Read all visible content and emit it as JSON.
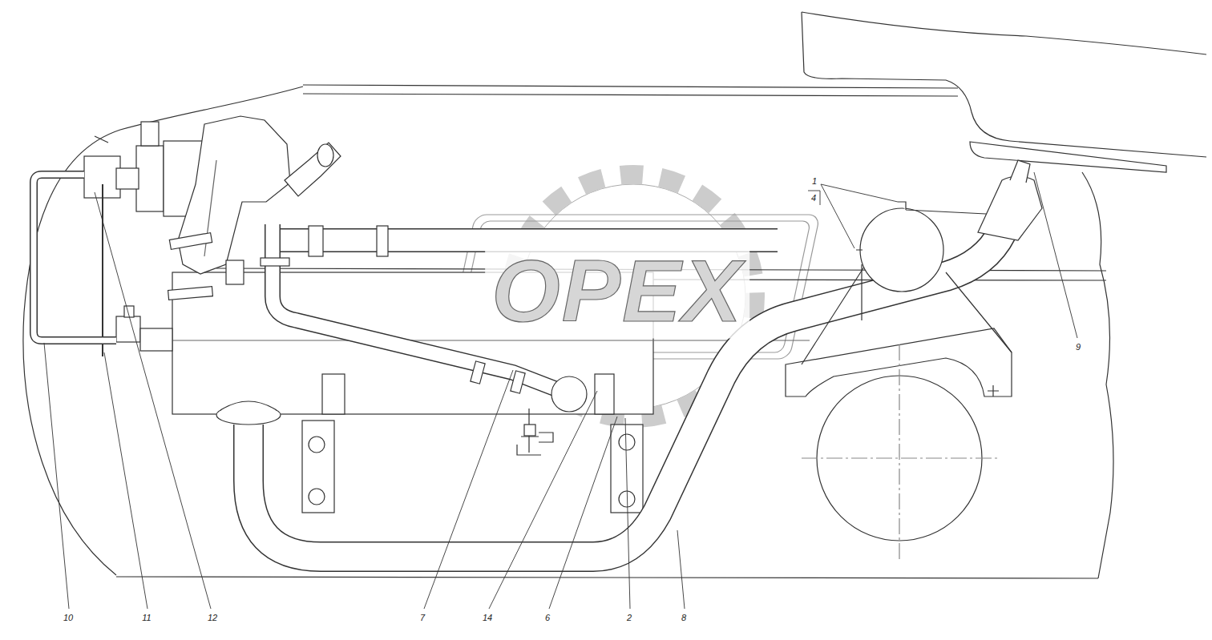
{
  "diagram": {
    "labels": [
      "1",
      "4",
      "OPEX",
      "9",
      "10",
      "11",
      "12",
      "7",
      "14",
      "6",
      "2",
      "8"
    ]
  }
}
